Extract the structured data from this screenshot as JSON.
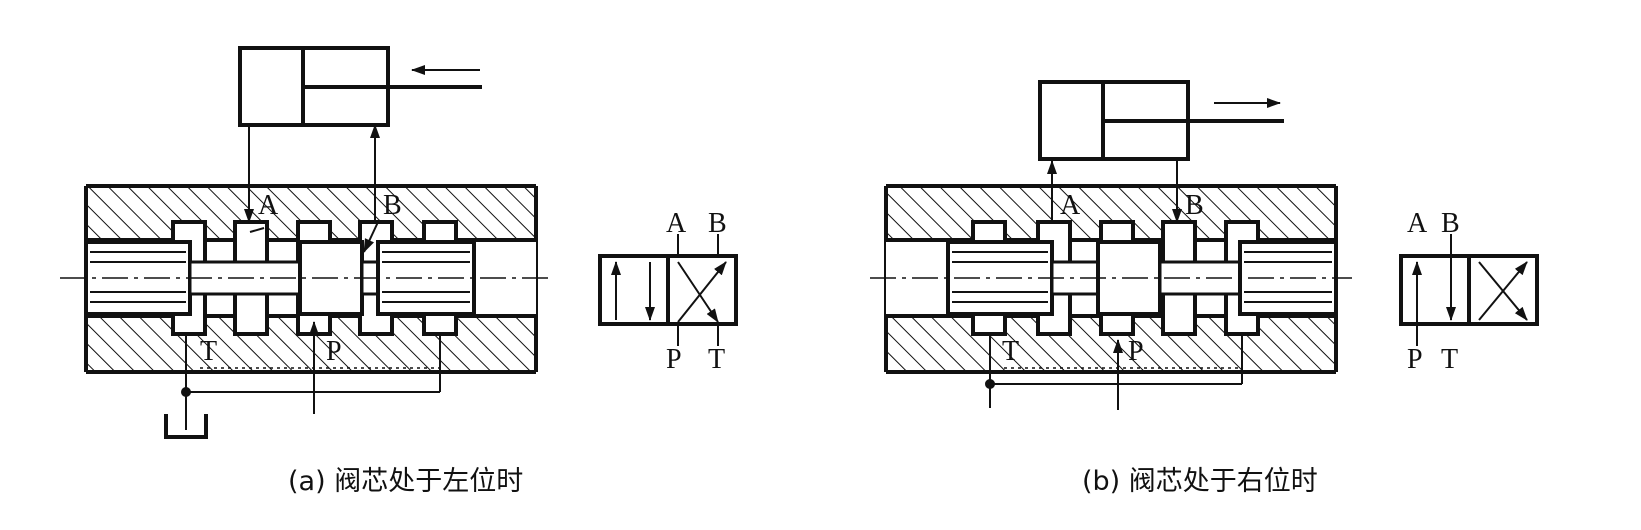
{
  "diagrams": [
    {
      "caption": "(a) 阀芯处于左位时",
      "port_labels": {
        "a": "A",
        "b": "B",
        "t": "T",
        "p": "P"
      },
      "symbol_labels": {
        "a": "A",
        "b": "B",
        "p": "P",
        "t": "T"
      }
    },
    {
      "caption": "(b) 阀芯处于右位时",
      "port_labels": {
        "a": "A",
        "b": "B",
        "t": "T",
        "p": "P"
      },
      "symbol_labels": {
        "a": "A",
        "b": "B",
        "p": "P",
        "t": "T"
      }
    }
  ]
}
